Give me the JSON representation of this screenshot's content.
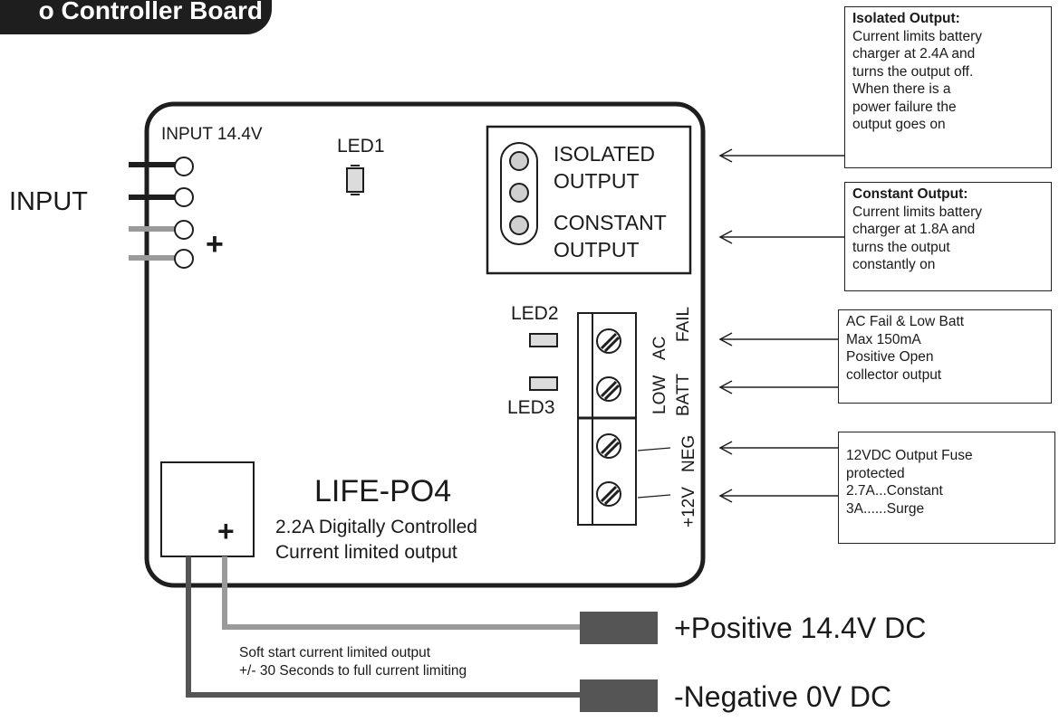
{
  "title": "o Controller Board",
  "board": {
    "input_label": "INPUT 14.4V",
    "led1": "LED1",
    "led2": "LED2",
    "led3": "LED3",
    "isolated_output_line1": "ISOLATED",
    "isolated_output_line2": "OUTPUT",
    "constant_output_line1": "CONSTANT",
    "constant_output_line2": "OUTPUT",
    "terminal_labels": [
      "AC",
      "FAIL",
      "LOW",
      "BATT",
      "NEG",
      "+12V"
    ],
    "model": "LIFE-PO4",
    "desc_line1": "2.2A  Digitally Controlled",
    "desc_line2": "Current limited output",
    "plus_small": "+"
  },
  "input": {
    "label": "INPUT",
    "plus": "+"
  },
  "notes": {
    "isolated": {
      "heading": "Isolated Output:",
      "lines": [
        "Current limits battery",
        "charger at 2.4A and",
        "turns the output off.",
        "When there is a",
        "power failure the",
        "output goes on"
      ]
    },
    "constant": {
      "heading": "Constant Output:",
      "lines": [
        "Current limits battery",
        "charger at 1.8A and",
        "turns the output",
        "constantly on"
      ]
    },
    "acfail": {
      "lines": [
        "AC Fail & Low Batt",
        "Max 150mA",
        "Positive Open",
        "collector output"
      ]
    },
    "fuse": {
      "lines": [
        "12VDC Output Fuse",
        "protected",
        "2.7A...Constant",
        "3A......Surge"
      ]
    }
  },
  "output": {
    "positive": "+Positive 14.4V DC",
    "negative": "-Negative 0V DC",
    "soft_start_line1": "Soft start current limited output",
    "soft_start_line2": "+/- 30 Seconds to full current limiting"
  }
}
